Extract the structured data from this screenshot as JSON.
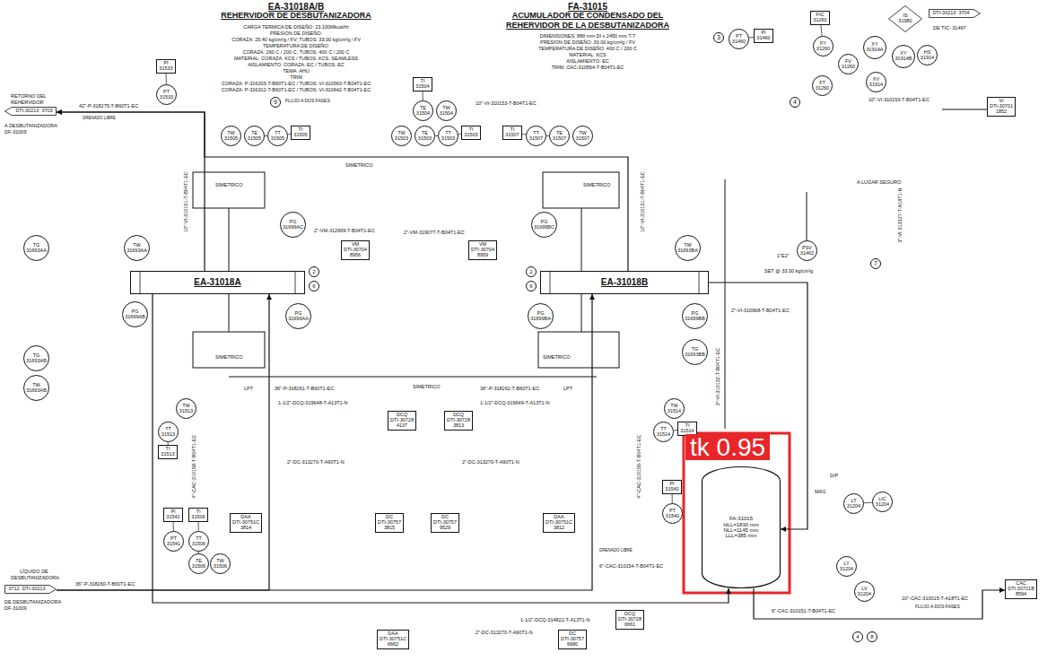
{
  "diagram": {
    "nodes": [
      {
        "text": [
          "DTI-30213",
          "3703"
        ]
      },
      {
        "text": [
          "PI",
          "31533"
        ]
      },
      {
        "text": [
          "PT",
          "31533"
        ]
      },
      {
        "text": [
          "TI",
          "31504"
        ]
      },
      {
        "text": [
          "TE",
          "31504"
        ]
      },
      {
        "text": [
          "TW",
          "31504"
        ]
      },
      {
        "text": [
          "9"
        ]
      },
      {
        "text": [
          "TW",
          "31505"
        ]
      },
      {
        "text": [
          "TE",
          "31505"
        ]
      },
      {
        "text": [
          "TT",
          "31505"
        ]
      },
      {
        "text": [
          "TI",
          "31505"
        ]
      },
      {
        "text": [
          "TW",
          "31503"
        ]
      },
      {
        "text": [
          "TI",
          "31503"
        ]
      },
      {
        "text": [
          "TE",
          "31503"
        ]
      },
      {
        "text": [
          "TT",
          "31503"
        ]
      },
      {
        "text": [
          "TI",
          "31507"
        ]
      },
      {
        "text": [
          "TT",
          "31507"
        ]
      },
      {
        "text": [
          "TE",
          "31507"
        ]
      },
      {
        "text": [
          "TW",
          "31507"
        ]
      },
      {
        "text": [
          "3"
        ]
      },
      {
        "text": [
          "PT",
          "31460"
        ]
      },
      {
        "text": [
          "PI",
          "31460"
        ]
      },
      {
        "text": [
          "FIC",
          "31260"
        ]
      },
      {
        "text": [
          "FY",
          "31260"
        ]
      },
      {
        "text": [
          "FV",
          "31260"
        ]
      },
      {
        "text": [
          "FT",
          "31260"
        ]
      },
      {
        "text": [
          "DTI-30213",
          "3704"
        ]
      },
      {
        "text": [
          "XY",
          "31914A"
        ]
      },
      {
        "text": [
          "IS",
          "31980"
        ]
      },
      {
        "text": [
          "XY",
          "31914B"
        ]
      },
      {
        "text": [
          "HS",
          "31914"
        ]
      },
      {
        "text": [
          "XV",
          "31914"
        ]
      },
      {
        "text": [
          "4"
        ]
      },
      {
        "text": [
          "VI",
          "DTI-30701",
          "1852"
        ]
      },
      {
        "text": [
          "VM",
          "DTI-30704",
          "8956"
        ]
      },
      {
        "text": [
          "VM",
          "DTI-30704",
          "8959"
        ]
      },
      {
        "text": [
          "PSV",
          "31462"
        ]
      },
      {
        "text": [
          "7"
        ]
      },
      {
        "text": [
          "TG",
          "31693AA"
        ]
      },
      {
        "text": [
          "TW",
          "31693AA"
        ]
      },
      {
        "text": [
          "PG",
          "31699AC"
        ]
      },
      {
        "text": [
          "PG",
          "31699BC"
        ]
      },
      {
        "text": [
          "TW",
          "31693BA"
        ]
      },
      {
        "text": [
          "EA-31018A"
        ]
      },
      {
        "text": [
          "2"
        ]
      },
      {
        "text": [
          "6"
        ]
      },
      {
        "text": [
          "2"
        ]
      },
      {
        "text": [
          "6"
        ]
      },
      {
        "text": [
          "EA-31018B"
        ]
      },
      {
        "text": [
          "PG",
          "31699AB"
        ]
      },
      {
        "text": [
          "PG",
          "31699AA"
        ]
      },
      {
        "text": [
          "PG",
          "31699BA"
        ]
      },
      {
        "text": [
          "PG",
          "31699BB"
        ]
      },
      {
        "text": [
          "TG",
          "31693AB"
        ]
      },
      {
        "text": [
          "TW",
          "31693AB"
        ]
      },
      {
        "text": [
          "TG",
          "31693BB"
        ]
      },
      {
        "text": [
          "TW",
          "31513"
        ]
      },
      {
        "text": [
          "TT",
          "31513"
        ]
      },
      {
        "text": [
          "TI",
          "31513"
        ]
      },
      {
        "text": [
          "TW",
          "31514"
        ]
      },
      {
        "text": [
          "TT",
          "31514"
        ]
      },
      {
        "text": [
          "TI",
          "31514"
        ]
      },
      {
        "text": [
          "DCQ",
          "DTI-30728",
          "4137"
        ]
      },
      {
        "text": [
          "DCQ",
          "DTI-30728",
          "3813"
        ]
      },
      {
        "text": [
          "DAA",
          "DTI-30751C",
          "3814"
        ]
      },
      {
        "text": [
          "DC",
          "DTI-30757",
          "3815"
        ]
      },
      {
        "text": [
          "DC",
          "DTI-30757",
          "9529"
        ]
      },
      {
        "text": [
          "DAA",
          "DTI-30751C",
          "3812"
        ]
      },
      {
        "text": [
          "PI",
          "31541"
        ]
      },
      {
        "text": [
          "TI",
          "31506"
        ]
      },
      {
        "text": [
          "PT",
          "31541"
        ]
      },
      {
        "text": [
          "TT",
          "31506"
        ]
      },
      {
        "text": [
          "TE",
          "31506"
        ]
      },
      {
        "text": [
          "TW",
          "31506"
        ]
      },
      {
        "text": [
          "3712",
          "DTI-30213"
        ]
      },
      {
        "text": [
          "DCQ",
          "DTI-30728",
          "6661"
        ]
      },
      {
        "text": [
          "DAA",
          "DTI-30751C",
          "6662"
        ]
      },
      {
        "text": [
          "DC",
          "DTI-30757",
          "6680"
        ]
      },
      {
        "text": [
          "PI",
          "31540"
        ]
      },
      {
        "text": [
          "PT",
          "31540"
        ]
      },
      {
        "text": [
          "FA-31015",
          "HLL=1830 mm",
          "NLL=1145 mm",
          "LLL=385 mm"
        ]
      },
      {
        "text": [
          "LT",
          "31204"
        ]
      },
      {
        "text": [
          "LIC",
          "31204"
        ]
      },
      {
        "text": [
          "LY",
          "31204"
        ]
      },
      {
        "text": [
          "LV",
          "31204"
        ]
      },
      {
        "text": [
          "CAC",
          "DTI-30721B",
          "8594"
        ]
      },
      {
        "text": [
          "4"
        ]
      },
      {
        "text": [
          "8"
        ]
      }
    ],
    "edges": [
      {
        "from": 43,
        "to": 0,
        "arrow": "to"
      },
      {
        "from": 48,
        "to": 0,
        "arrow": "to"
      },
      {
        "from": 74,
        "to": 43,
        "arrow": "to"
      },
      {
        "from": 74,
        "to": 48,
        "arrow": "to"
      },
      {
        "from": 43,
        "to": 80,
        "arrow": "to"
      },
      {
        "from": 48,
        "to": 80,
        "arrow": "to"
      },
      {
        "from": 80,
        "to": 85,
        "arrow": "to"
      },
      {
        "from": 2,
        "to": 1,
        "arrow": "none"
      },
      {
        "from": 4,
        "to": 3,
        "arrow": "none"
      },
      {
        "from": 8,
        "to": 9,
        "arrow": "none"
      },
      {
        "from": 9,
        "to": 10,
        "arrow": "none"
      },
      {
        "from": 13,
        "to": 14,
        "arrow": "none"
      },
      {
        "from": 14,
        "to": 12,
        "arrow": "none"
      },
      {
        "from": 17,
        "to": 16,
        "arrow": "none"
      },
      {
        "from": 16,
        "to": 15,
        "arrow": "none"
      },
      {
        "from": 20,
        "to": 21,
        "arrow": "none"
      },
      {
        "from": 23,
        "to": 22,
        "arrow": "none"
      },
      {
        "from": 70,
        "to": 68,
        "arrow": "none"
      },
      {
        "from": 72,
        "to": 71,
        "arrow": "none"
      },
      {
        "from": 71,
        "to": 69,
        "arrow": "none"
      },
      {
        "from": 57,
        "to": 58,
        "arrow": "none"
      },
      {
        "from": 60,
        "to": 61,
        "arrow": "none"
      },
      {
        "from": 81,
        "to": 82,
        "arrow": "none"
      },
      {
        "from": 79,
        "to": 78,
        "arrow": "none"
      }
    ],
    "labels": [
      "EA-31018A/B",
      "REHERVIDOR DE DESBUTANIZADORA",
      "CARGA TERMICA DE DISEÑO: 23.100Mkcal/hr",
      "PRESION DE DISEÑO:",
      "CORAZA: 25.40 kg/cm²g / FV; TUBOS: 33.00 kg/cm²g / FV",
      "TEMPERATURA DE DISEÑO:",
      "CORAZA: 260 C / 200 C; TUBOS: 400 C / 200 C",
      "MATERIAL: CORAZA: KCS / TUBOS: KCS, SEAMLESS",
      "AISLAMIENTO: CORAZA: EC / TUBOS: EC",
      "TEMA: AHU",
      "TRIM",
      "CORAZA: P-316203-T-B60T1-EC / TUBOS: VI-310563-T-B04T1-EC",
      "CORAZA: P-316312-T-B60T1-EC / TUBOS: VI-310642-T-B04T1-EC",
      "FA-31015",
      "ACUMULADOR DE CONDENSADO DEL",
      "REHERVIDOR DE LA DESBUTANIZADORA",
      "DIMENSIONES: 880 mm DI x 2450 mm T-T",
      "PRESION DE DISEÑO: 33.00 kg/cm²g / FV",
      "TEMPERATURA DE DISEÑO: 400 C / 200 C",
      "MATERIAL: KCS",
      "AISLAMIENTO: EC",
      "TRIM: CAC-310564-T-B04T1-EC",
      "RETORNO DEL",
      "REHERVIDOR",
      "42\"-P-318275-T-B60T1-EC",
      "A DESBUTANIZADORA",
      "DF-31009",
      "DRENADO LIBRE",
      "10\"-VI-310153-T-B04T1-EC",
      "FLUJO A DOS FASES",
      "SIMETRICO",
      "SIMETRICO",
      "SIMETRICO",
      "SIMETRICO",
      "SIMETRICO",
      "SIMETRICO",
      "36\"-P-318261-T-B60T1-EC",
      "36\"-P-318262-T-B60T1-EC",
      "LPT",
      "LPT",
      "1-1/2\"-DCQ-319648-T-A13T1-N",
      "1-1/2\"-DCQ-319649-T-A13T1-N",
      "2\"-DC-313270-T-A90T1-N",
      "2\"-DC-313270-T-A90T1-N",
      "2\"-VM-312969-T-B04T1-EC",
      "2\"-VM-319077-T-B04T1-EC",
      "LÍQUIDO DE",
      "DESBUTANIZADORA",
      "DE DESBUTANIZADORA",
      "DF-31009",
      "36\"-P-318260-T-B60T1-EC",
      "1-1/2\"-DCQ-314822-T-A13T1-N",
      "2\"-DC-313270-T-A90T1-N",
      "DRENADO LIBRE",
      "6\"-CAC-310154-T-B04T1-EC",
      "6\"-CAC-310151-T-B04T1-EC",
      "10\"-CAC-310015-T-A18T1-EC",
      "FLUJO A DOS FASES",
      "A LUGAR SEGURO",
      "3\"-VI-313327-T-A18T1-N",
      "1\"E2\"",
      "SET @ 33.00 kg/cm²g",
      "2\"-VI-310968-T-B04T1-EC",
      "DE TIC- 31497",
      "10\"-VI-310153-T-B04T1-EC",
      "tk 0.95",
      "D/P",
      "MAG",
      "10\"-VI-310151-T-B04T1-EC",
      "10\"-VI-310131-T-B04T1-EC",
      "3\"-VI-310132-T-B04T1-EC",
      "4\"-CAC-310158-T-B04T1-EC",
      "4\"-CAC-310155-T-B04T1-EC"
    ]
  }
}
